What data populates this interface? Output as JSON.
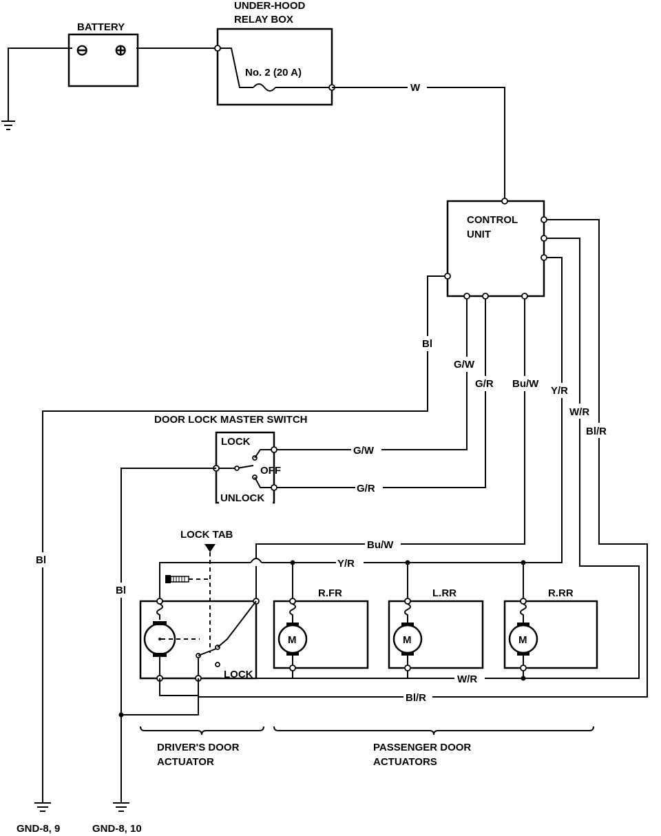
{
  "battery": {
    "label": "BATTERY",
    "neg": "⊖",
    "pos": "⊕"
  },
  "relay_box": {
    "title_line1": "UNDER-HOOD",
    "title_line2": "RELAY BOX",
    "fuse": "No. 2 (20 A)"
  },
  "control_unit": {
    "line1": "CONTROL",
    "line2": "UNIT"
  },
  "master_switch": {
    "title": "DOOR LOCK MASTER SWITCH",
    "lock": "LOCK",
    "off": "OFF",
    "unlock": "UNLOCK"
  },
  "lock_tab": "LOCK TAB",
  "driver_actuator": {
    "lock": "LOCK",
    "motor": "",
    "caption_line1": "DRIVER'S DOOR",
    "caption_line2": "ACTUATOR"
  },
  "passenger": {
    "caption_line1": "PASSENGER DOOR",
    "caption_line2": "ACTUATORS",
    "actuators": [
      {
        "label": "R.FR",
        "motor": "M"
      },
      {
        "label": "L.RR",
        "motor": "M"
      },
      {
        "label": "R.RR",
        "motor": "M"
      }
    ]
  },
  "wires": {
    "w": "W",
    "bl": "Bl",
    "gw": "G/W",
    "gr": "G/R",
    "buw": "Bu/W",
    "yr": "Y/R",
    "wr": "W/R",
    "blr": "Bl/R"
  },
  "grounds": {
    "left": "GND-8, 9",
    "right": "GND-8, 10"
  }
}
